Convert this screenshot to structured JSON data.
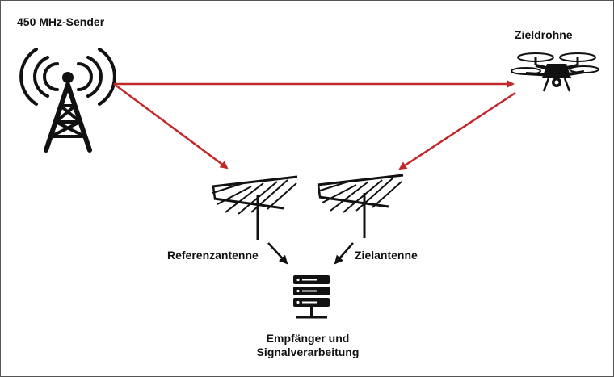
{
  "labels": {
    "transmitter": "450 MHz-Sender",
    "target_drone": "Zieldrohne",
    "reference_antenna": "Referenzantenne",
    "target_antenna": "Zielantenne",
    "receiver_line1": "Empfänger und",
    "receiver_line2": "Signalverarbeitung"
  },
  "icons": {
    "transmitter": "radio-tower-icon",
    "drone": "quadcopter-drone-icon",
    "reference_antenna": "yagi-antenna-icon",
    "target_antenna": "yagi-antenna-icon",
    "receiver": "server-rack-icon"
  },
  "colors": {
    "signal_path": "#c0282a",
    "connection": "#111111",
    "border": "#555555"
  }
}
